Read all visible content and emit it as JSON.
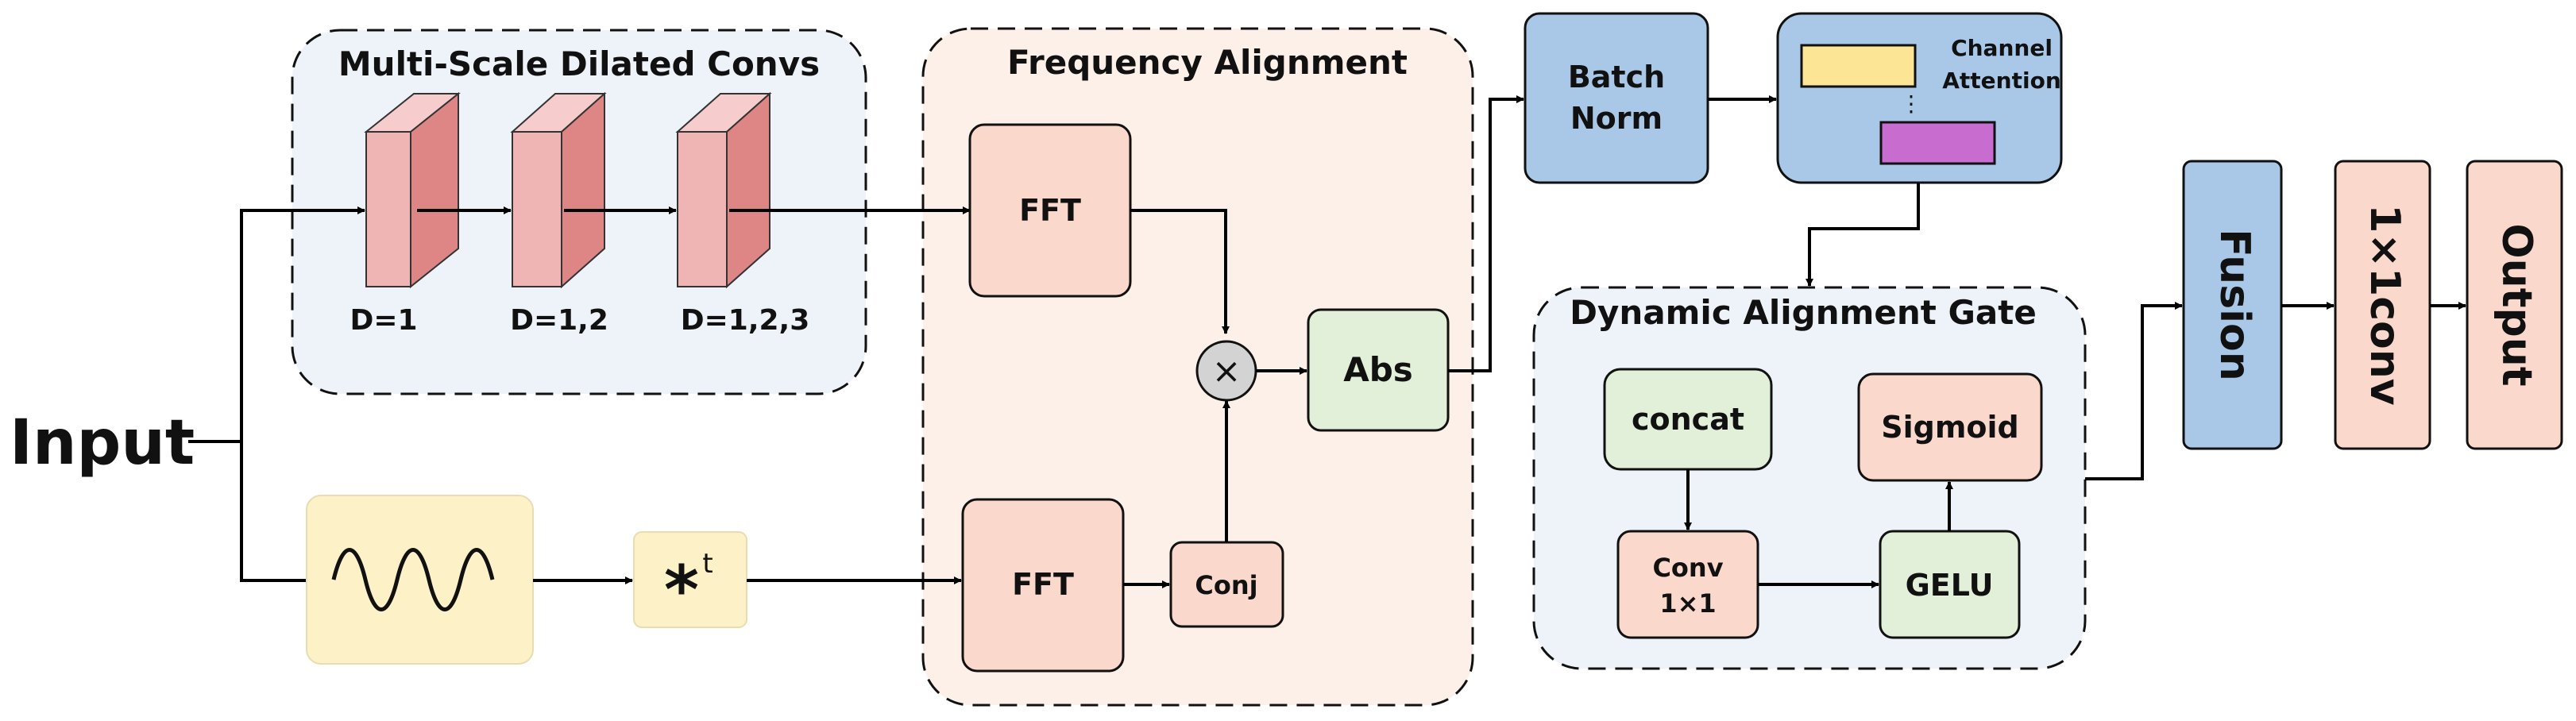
{
  "input_label": "Input",
  "msdc": {
    "title": "Multi-Scale Dilated Convs",
    "labels": [
      "D=1",
      "D=1,2",
      "D=1,2,3"
    ]
  },
  "freq": {
    "title": "Frequency Alignment",
    "fft_top": "FFT",
    "fft_bottom": "FFT",
    "conj": "Conj",
    "multiply": "×",
    "abs": "Abs"
  },
  "conv_symbol": "*",
  "conv_sup": "t",
  "batch_norm": [
    "Batch",
    "Norm"
  ],
  "channel_attention": {
    "label": [
      "Channel",
      "Attention"
    ],
    "dots": "⋮"
  },
  "dag": {
    "title": "Dynamic Alignment Gate",
    "concat": "concat",
    "conv": [
      "Conv",
      "1×1"
    ],
    "gelu": "GELU",
    "sigmoid": "Sigmoid"
  },
  "fusion": "Fusion",
  "conv1x1": "1×1conv",
  "output": "Output",
  "colors": {
    "blue_panel": "#eef3fa",
    "peach_panel": "#fdf0e8",
    "pink_block": "#fad8cc",
    "green_block": "#e2efd9",
    "blue_block": "#a9c8e8",
    "yellow_block": "#fdf1c8",
    "cube_front": "#efb4b4",
    "cube_side": "#de8686",
    "cube_top": "#f6cccc",
    "bar_yellow": "#fde596",
    "bar_purple": "#c86ccf"
  }
}
